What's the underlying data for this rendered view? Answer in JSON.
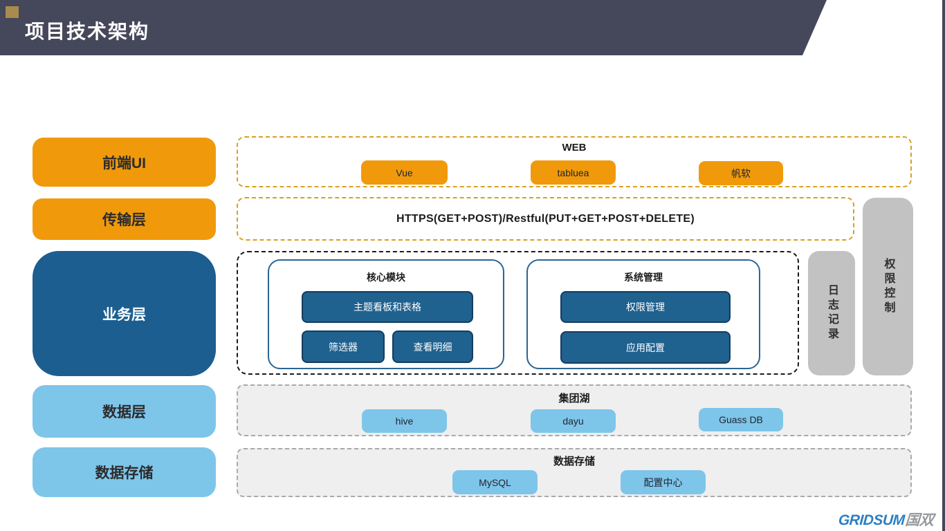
{
  "slide": {
    "title": "项目技术架构"
  },
  "layers": {
    "frontend": "前端UI",
    "transport": "传输层",
    "business": "业务层",
    "data": "数据层",
    "storage": "数据存储"
  },
  "web": {
    "title": "WEB",
    "items": [
      "Vue",
      "tabluea",
      "帆软"
    ]
  },
  "transport_row": {
    "label": "HTTPS(GET+POST)/Restful(PUT+GET+POST+DELETE)"
  },
  "business_row": {
    "core": {
      "title": "核心模块",
      "main": "主题看板和表格",
      "sub1": "筛选器",
      "sub2": "查看明细"
    },
    "system": {
      "title": "系统管理",
      "btn1": "权限管理",
      "btn2": "应用配置"
    }
  },
  "sidebars": {
    "log": "日志记录",
    "auth": "权限控制"
  },
  "datalake": {
    "title": "集团湖",
    "items": [
      "hive",
      "dayu",
      "Guass DB"
    ]
  },
  "datastore": {
    "title": "数据存储",
    "items": [
      "MySQL",
      "配置中心"
    ]
  },
  "logo": {
    "brand": "GRIDSUM",
    "cn": "国双"
  },
  "colors": {
    "header": "#45475A",
    "gold_square": "#A78C4D",
    "orange": "#F09A0B",
    "dark_blue": "#1D5E90",
    "light_blue": "#7EC5EA",
    "blue_button": "#1F618F",
    "gold_dash": "#D7A021",
    "gray_bar": "#C2C2C2",
    "gray_fill": "#EFEFEF",
    "logo_blue": "#2B7FC3",
    "logo_gray": "#97999C"
  }
}
